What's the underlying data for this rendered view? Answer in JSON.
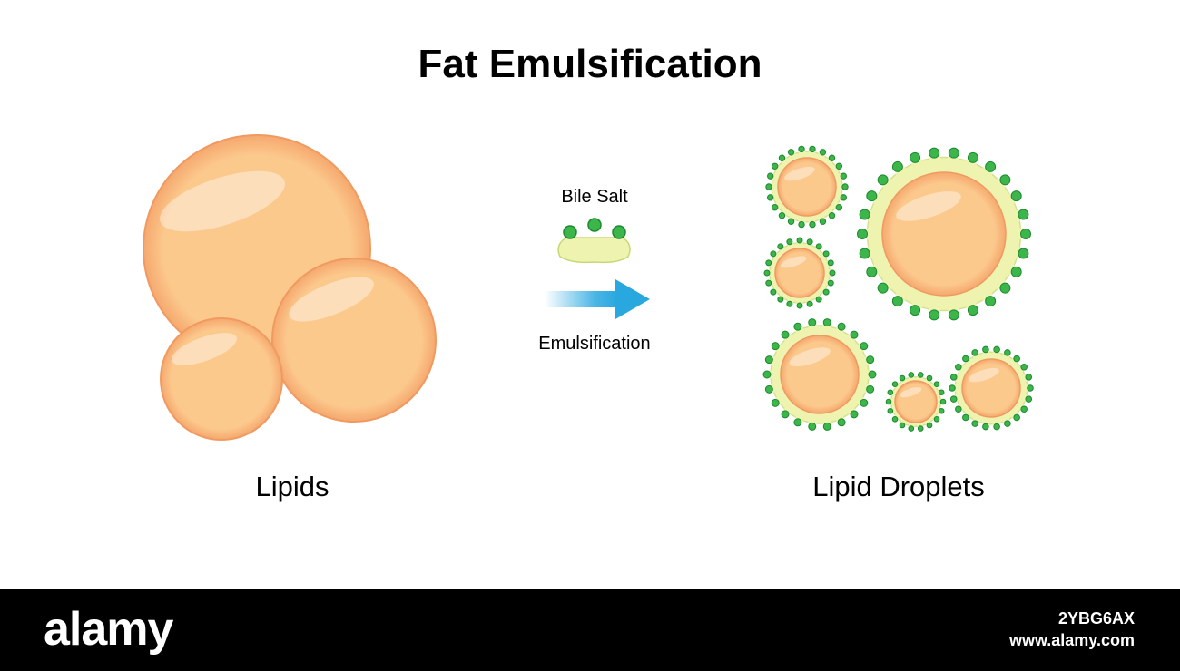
{
  "title": "Fat Emulsification",
  "labels": {
    "lipids": "Lipids",
    "bile_salt": "Bile Salt",
    "emulsification": "Emulsification",
    "lipid_droplets": "Lipid Droplets"
  },
  "footer": {
    "brand": "alamy",
    "image_code": "2YBG6AX",
    "site": "www.alamy.com"
  },
  "colors": {
    "lipid_outer": "#f5a86e",
    "lipid_inner": "#fcc98d",
    "bile_green": "#3cb54a",
    "bile_halo": "#eef4b0",
    "arrow_blue": "#29a8e0"
  }
}
